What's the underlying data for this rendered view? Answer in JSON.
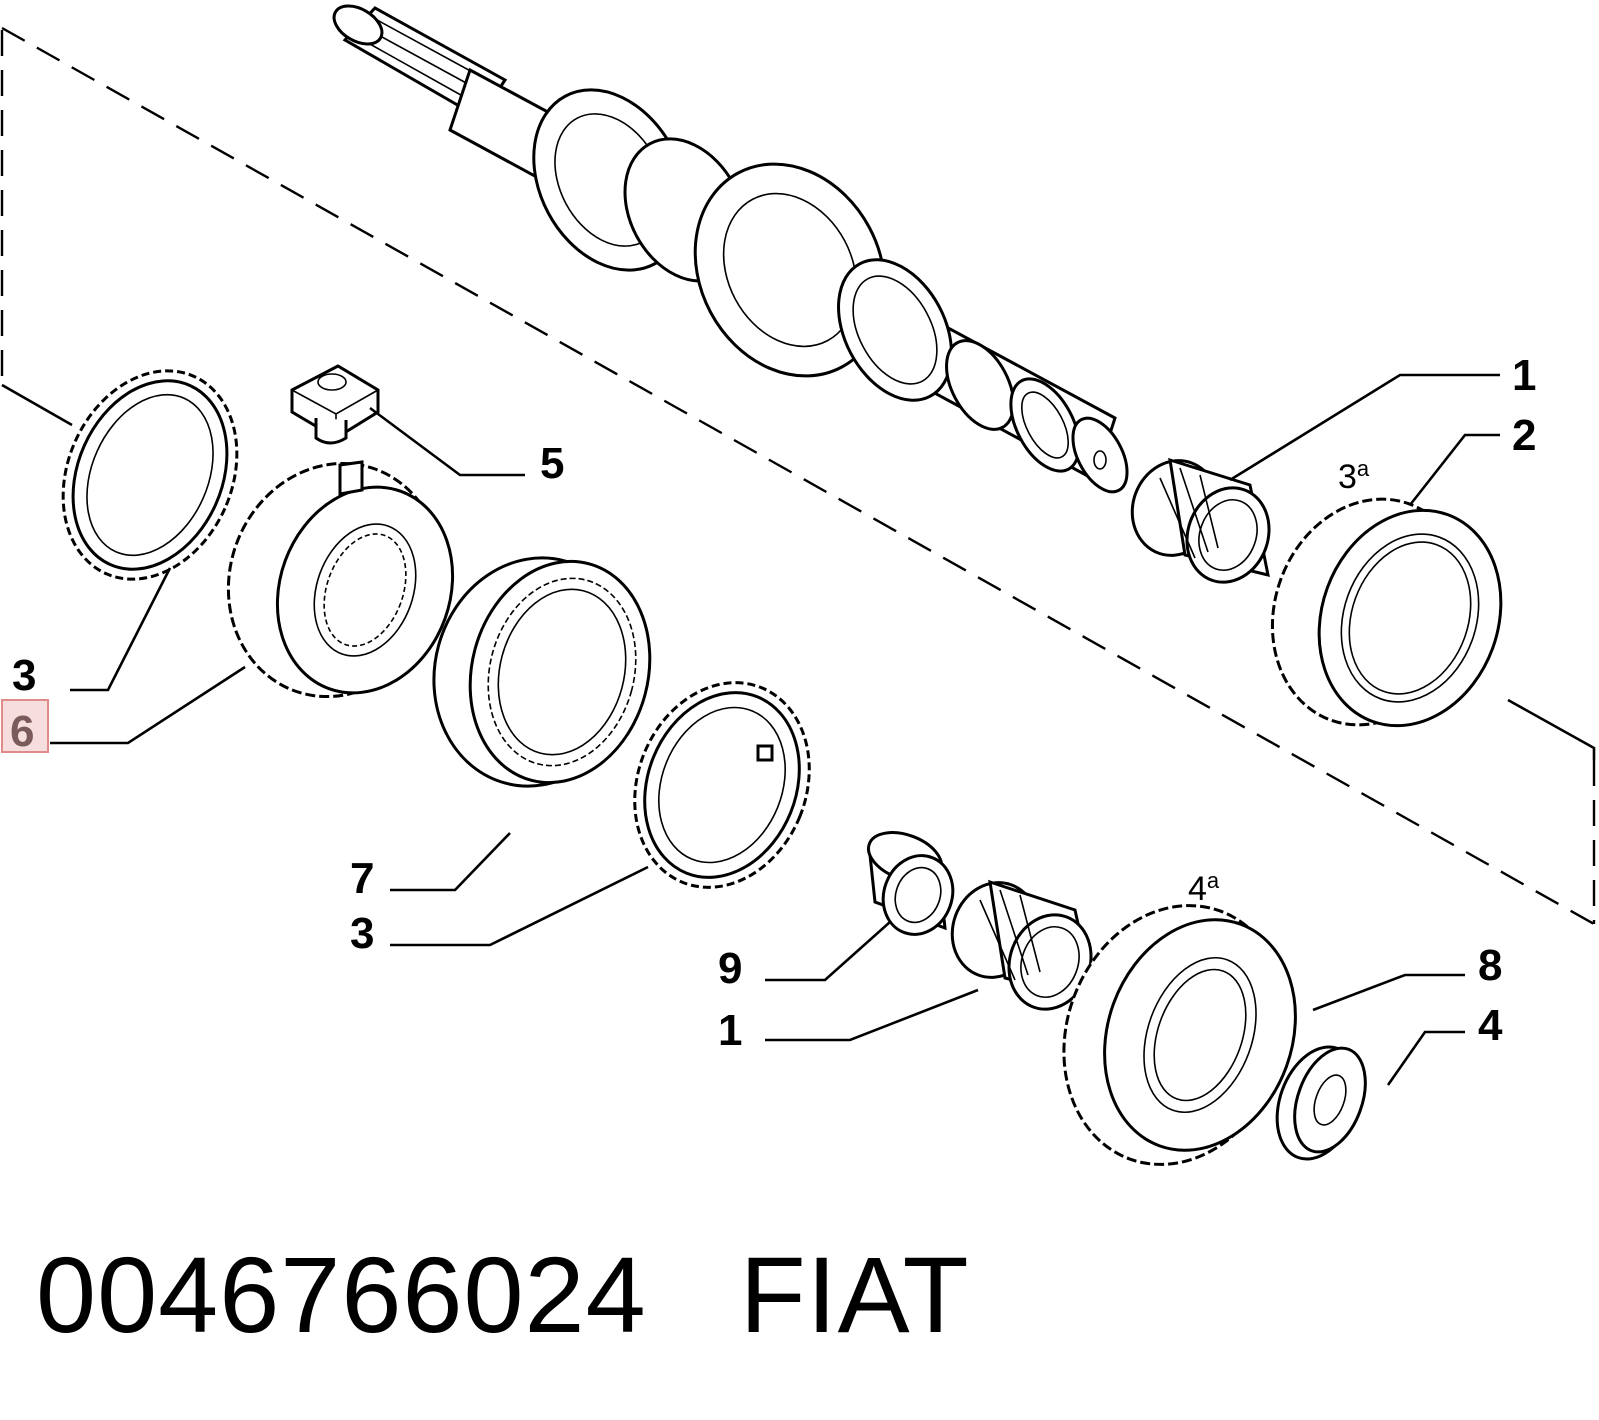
{
  "callouts": {
    "c1_top": "1",
    "c2": "2",
    "c3_left": "3",
    "c6": "6",
    "c5": "5",
    "c7": "7",
    "c3_mid": "3",
    "c9": "9",
    "c1_bottom": "1",
    "c8": "8",
    "c4": "4"
  },
  "gear_labels": {
    "third": {
      "num": "3",
      "sup": "a"
    },
    "fourth": {
      "num": "4",
      "sup": "a"
    }
  },
  "highlighted_callout": "6",
  "caption": {
    "part_number": "0046766024",
    "brand": "FIAT"
  },
  "colors": {
    "highlight_fill": "#f6dede",
    "highlight_border": "#e08a8a"
  }
}
